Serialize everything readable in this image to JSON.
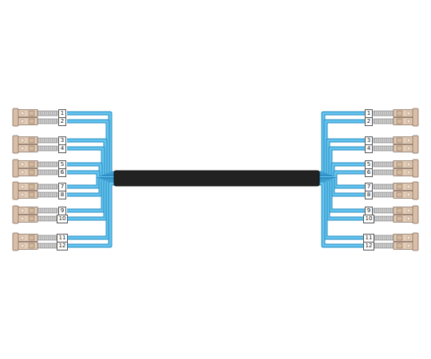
{
  "diagram": {
    "labels": [
      "1",
      "2",
      "3",
      "4",
      "5",
      "6",
      "7",
      "8",
      "9",
      "10",
      "11",
      "12",
      "1",
      "2",
      "3",
      "4",
      "5",
      "6",
      "7",
      "8",
      "9",
      "10",
      "11",
      "12"
    ]
  }
}
